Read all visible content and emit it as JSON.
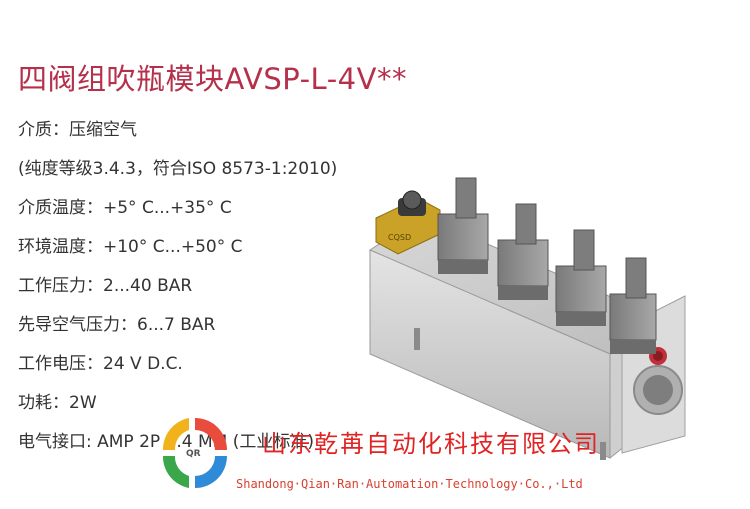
{
  "title": "四阀组吹瓶模块AVSP-L-4V**",
  "specs": [
    "介质：压缩空气",
    "(纯度等级3.4.3，符合ISO 8573-1:2010)",
    "介质温度：+5° C...+35° C",
    "环境温度：+10° C...+50° C",
    "工作压力：2...40 BAR",
    "先导空气压力：6...7 BAR",
    "工作电压：24 V D.C.",
    "功耗：2W",
    "电气接口: AMP 2P 9.4 MM (工业标准)"
  ],
  "company": {
    "cn_name": "山东乾苒自动化科技有限公司",
    "en_name": "Shandong·Qian·Ran·Automation·Technology·Co.,·Ltd",
    "logo_text": "QR"
  },
  "product_image": {
    "icon": "valve-manifold-image",
    "badge": "CQSD"
  },
  "colors": {
    "title": "#b5304a",
    "spec_text": "#333333",
    "company_cn": "#e02424",
    "company_en": "#d84030"
  }
}
